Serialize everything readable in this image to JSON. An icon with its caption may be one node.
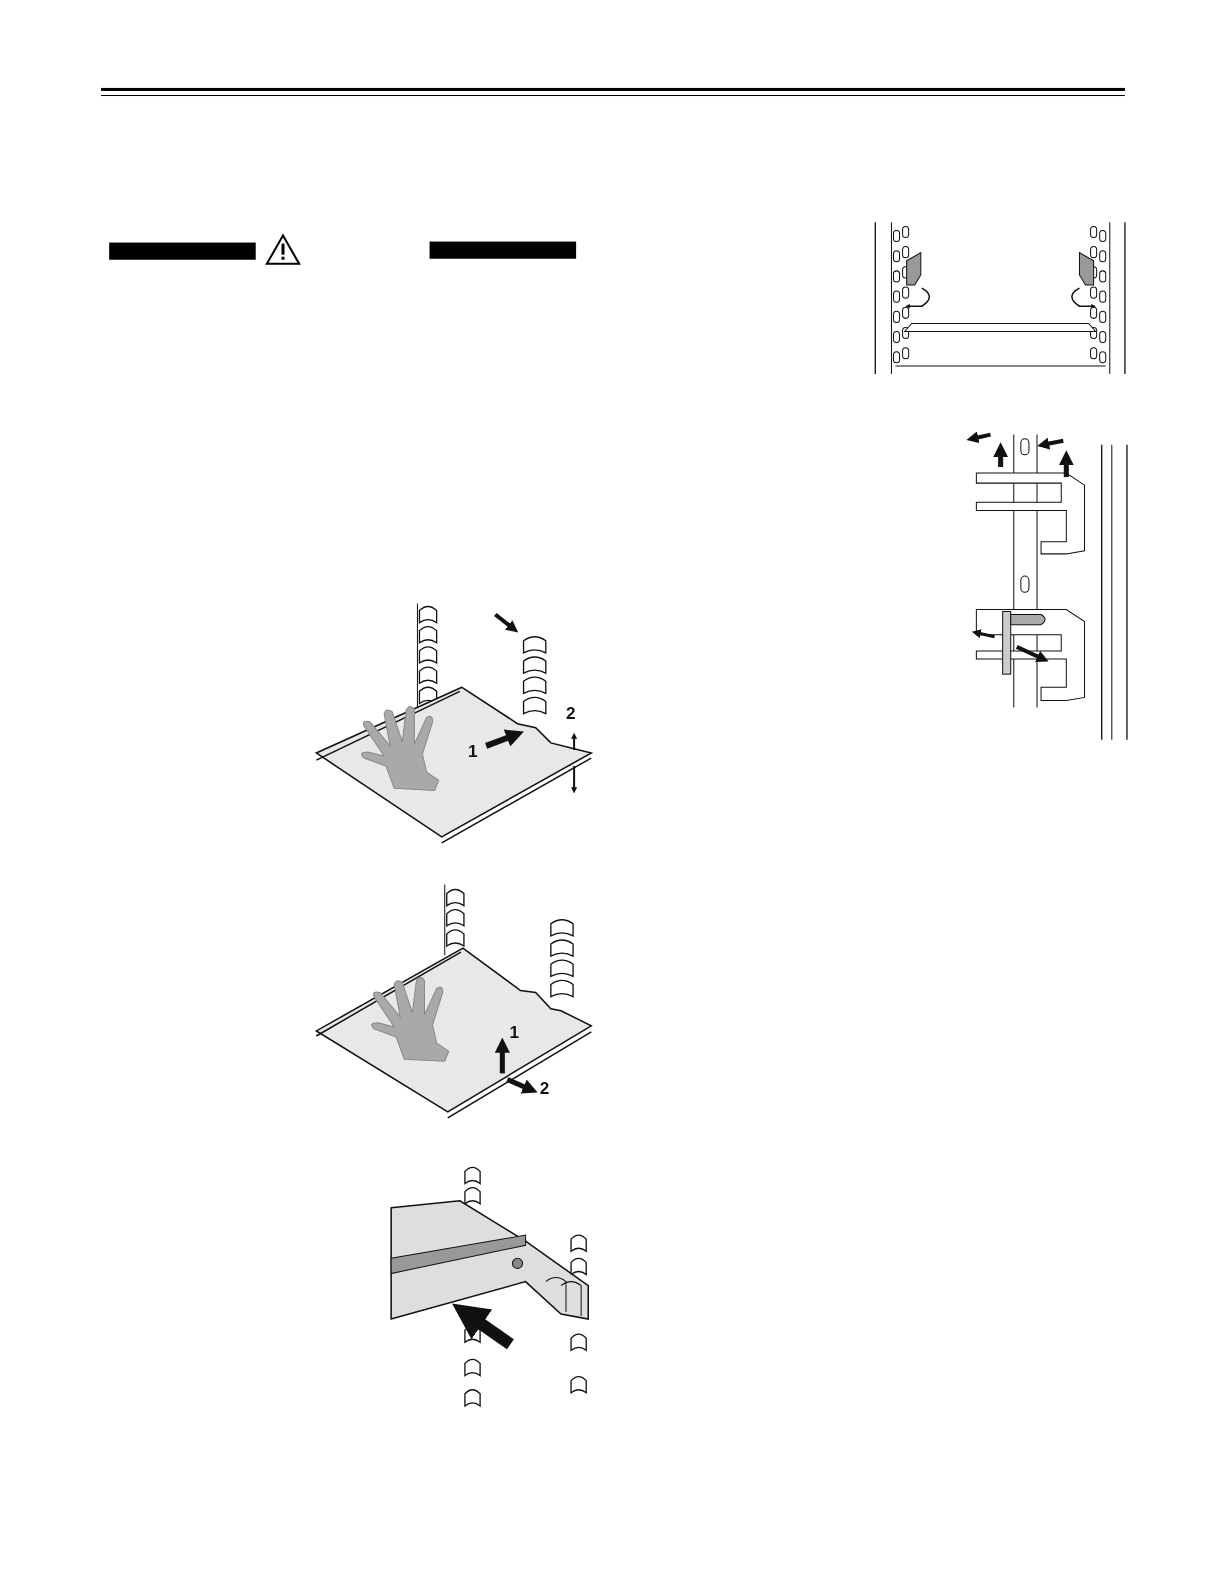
{
  "diagram": {
    "nodes": [
      {
        "text": [],
        "shape": "bar"
      },
      {
        "text": [],
        "shape": "bar"
      }
    ],
    "labels": [
      "1",
      "2",
      "1",
      "2"
    ]
  }
}
